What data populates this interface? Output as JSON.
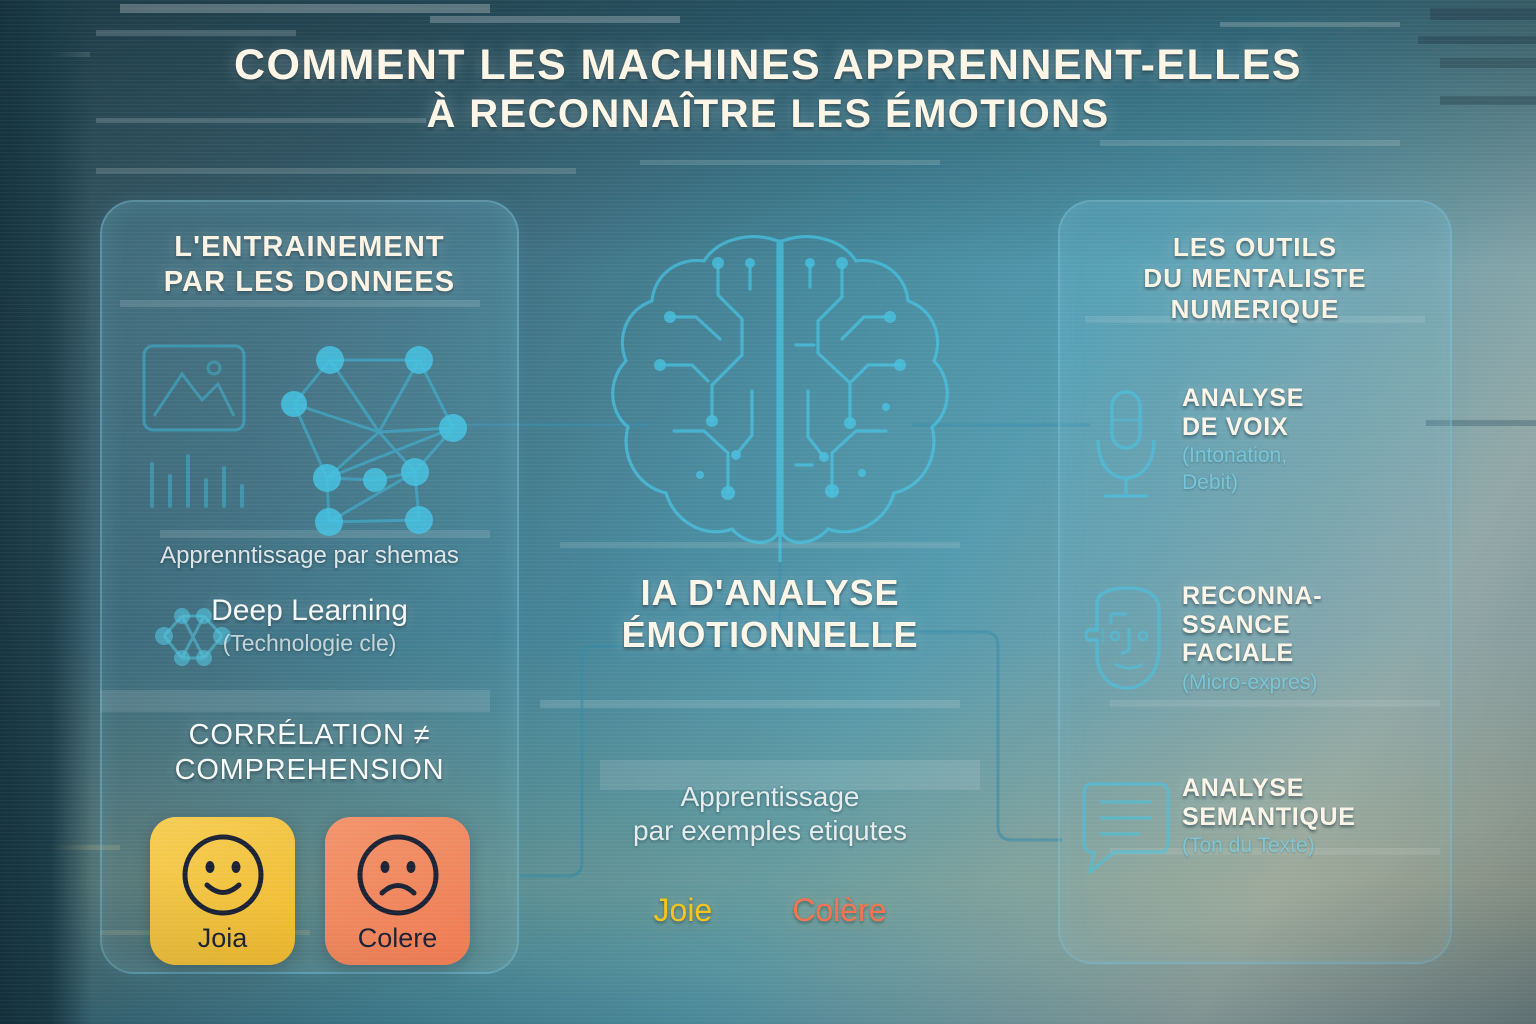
{
  "title": {
    "line1": "COMMENT LES MACHINES APPRENNENT-ELLES",
    "line2": "À RECONNAÎTRE LES ÉMOTIONS"
  },
  "left_panel": {
    "heading_line1": "L'ENTRAINEMENT",
    "heading_line2": "PAR LES DONNEES",
    "caption_schema": "Apprenntissage par shemas",
    "deep_learning_label": "Deep Learning",
    "deep_learning_sub": "(Technologie cle)",
    "correlation_line1": "CORRÉLATION ≠",
    "correlation_line2": "COMPREHENSION",
    "cards": [
      {
        "label": "Joia",
        "face": "smile-icon",
        "color": "#F3C13A",
        "color2": "#F5CE55"
      },
      {
        "label": "Colere",
        "face": "frown-icon",
        "color": "#F0835A",
        "color2": "#F2926A"
      }
    ]
  },
  "center": {
    "brain_icon": "circuit-brain-icon",
    "title_line1": "IA D'ANALYSE",
    "title_line2": "ÉMOTIONNELLE",
    "sub_line1": "Apprentissage",
    "sub_line2": "par exemples etiqutes",
    "emotions": [
      {
        "label": "Joie",
        "color": "#F5C318"
      },
      {
        "label": "Colère",
        "color": "#F4714E"
      }
    ]
  },
  "right_panel": {
    "heading_line1": "LES OUTILS",
    "heading_line2": "DU MENTALISTE",
    "heading_line3": "NUMERIQUE",
    "items": [
      {
        "icon": "microphone-icon",
        "line1": "ANALYSE",
        "line2": "DE VOIX",
        "line3": "",
        "sub_line1": "(Intonation,",
        "sub_line2": "Debit)"
      },
      {
        "icon": "face-scan-icon",
        "line1": "RECONNA-",
        "line2": "SSANCE",
        "line3": "FACIALE",
        "sub_line1": "(Micro-expres)",
        "sub_line2": ""
      },
      {
        "icon": "speech-bubble-icon",
        "line1": "ANALYSE",
        "line2": "SEMANTIQUE",
        "line3": "",
        "sub_line1": "(Ton du Texte)",
        "sub_line2": ""
      }
    ]
  },
  "theme": {
    "accent_cyan": "#3FB8D8",
    "panel_border": "#78BED7",
    "text_cream": "#FBF5E6",
    "bg_deep_teal": "#1D3C48"
  }
}
